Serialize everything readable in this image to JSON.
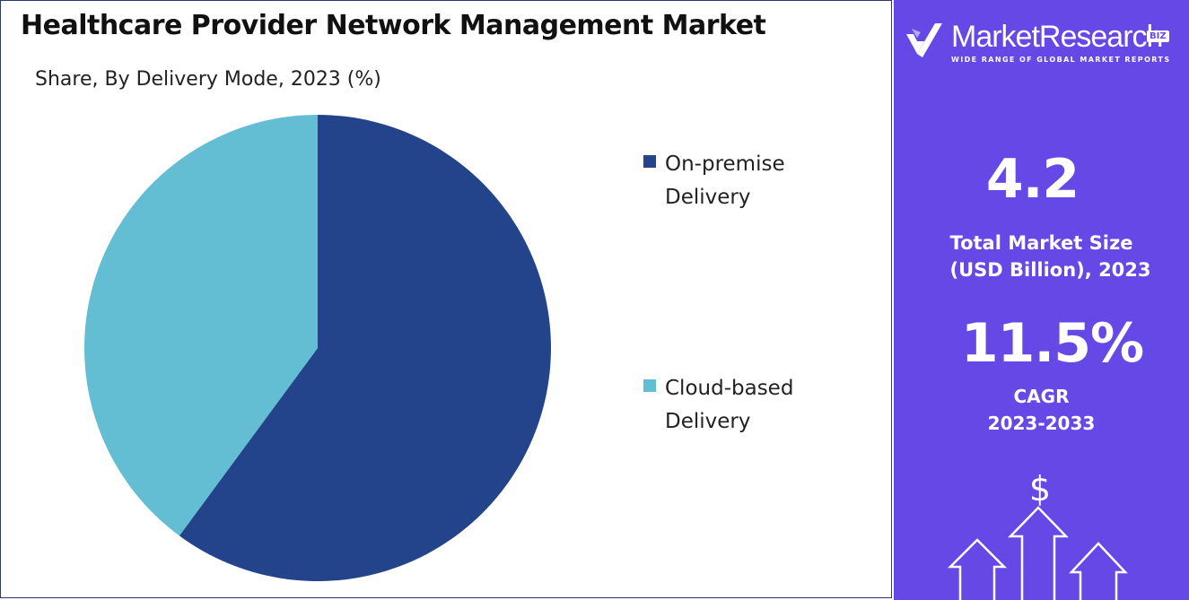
{
  "chart_data": {
    "type": "pie",
    "title": "Healthcare Provider Network Management Market",
    "subtitle": "Share, By Delivery Mode, 2023 (%)",
    "categories": [
      "On-premise Delivery",
      "Cloud-based Delivery"
    ],
    "values": [
      60.1,
      39.9
    ],
    "colors": [
      "#23448b",
      "#63bdd3"
    ],
    "legend_position": "right"
  },
  "legend": {
    "items": [
      {
        "label": "On-premise Delivery",
        "color": "#23448b"
      },
      {
        "label": "Cloud-based Delivery",
        "color": "#63bdd3"
      }
    ]
  },
  "brand": {
    "name": "MarketResearch",
    "badge": "BIZ",
    "tagline": "WIDE RANGE OF GLOBAL MARKET REPORTS"
  },
  "stats": {
    "market_size_value": "4.2",
    "market_size_label_line1": "Total Market Size",
    "market_size_label_line2": "(USD Billion), 2023",
    "cagr_value": "11.5%",
    "cagr_label_line1": "CAGR",
    "cagr_label_line2": "2023-2033"
  },
  "icons": {
    "brand_logo": "check-logo-icon",
    "growth": "dollar-arrows-icon"
  },
  "colors": {
    "side_panel": "#6548e6",
    "on_premise": "#23448b",
    "cloud_based": "#63bdd3"
  }
}
